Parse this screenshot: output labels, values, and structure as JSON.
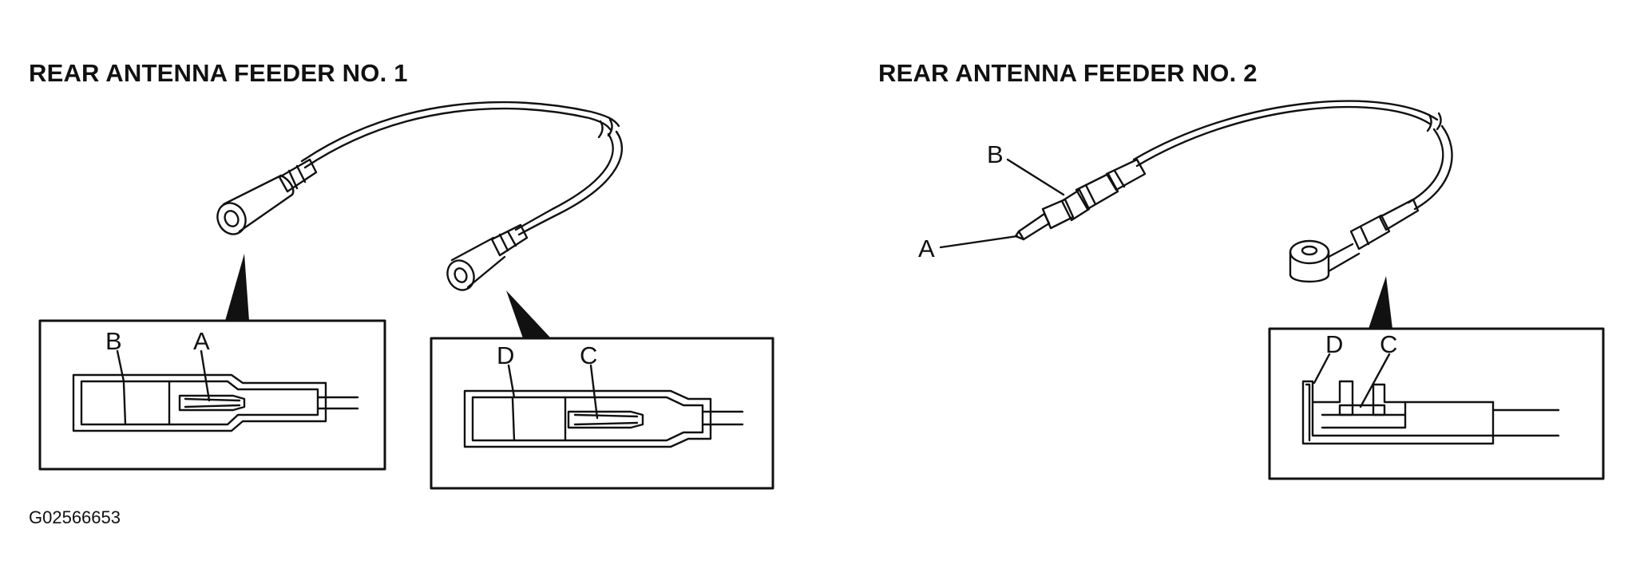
{
  "feeder1": {
    "title": "REAR ANTENNA FEEDER NO. 1",
    "callouts": {
      "a": "A",
      "b": "B",
      "c": "C",
      "d": "D"
    }
  },
  "feeder2": {
    "title": "REAR ANTENNA FEEDER NO. 2",
    "callouts": {
      "a": "A",
      "b": "B",
      "c": "C",
      "d": "D"
    }
  },
  "figure_code": "G02566653",
  "colors": {
    "line": "#111111",
    "background": "#ffffff"
  }
}
